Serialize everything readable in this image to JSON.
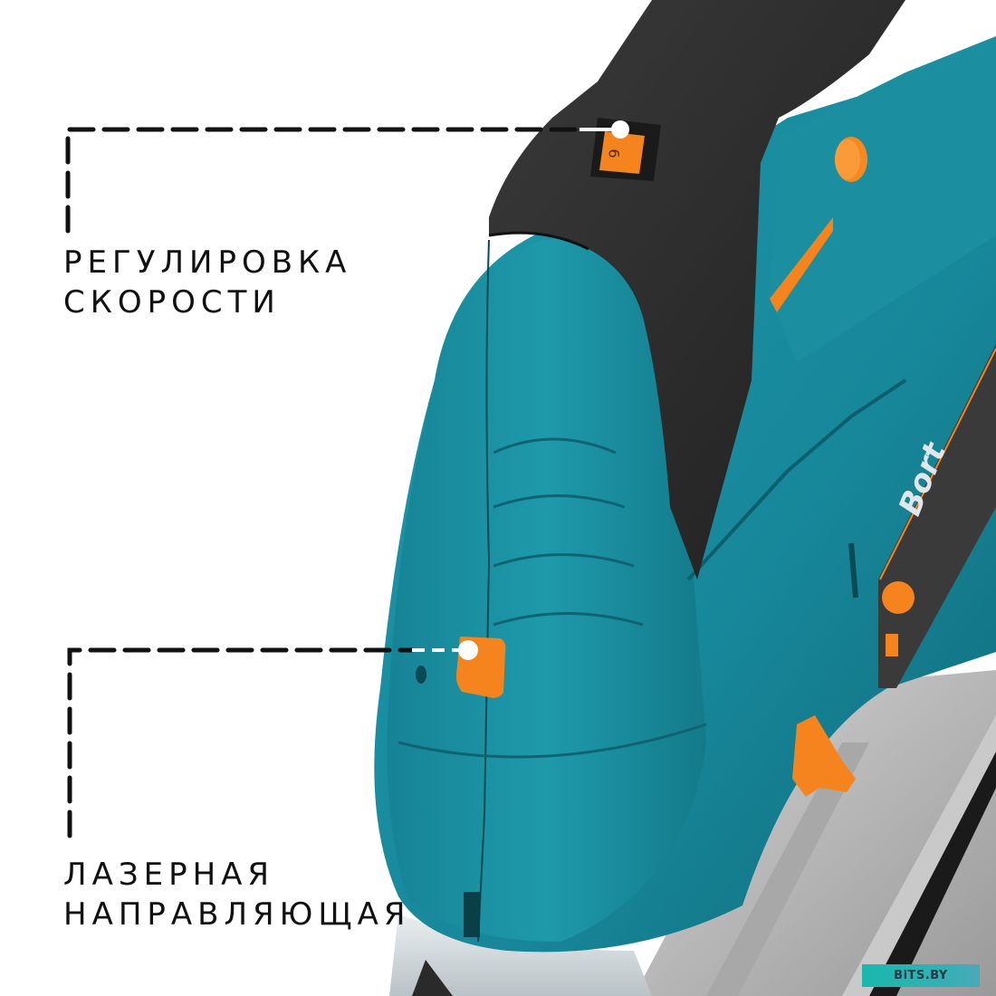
{
  "callouts": {
    "speed_control": {
      "line1": "РЕГУЛИРОВКА",
      "line2": "СКОРОСТИ",
      "target": "speed-dial"
    },
    "laser_guide": {
      "line1": "ЛАЗЕРНАЯ",
      "line2": "НАПРАВЛЯЮЩАЯ",
      "target": "laser-button"
    }
  },
  "product": {
    "brand": "Bort",
    "speed_dial_value": "6"
  },
  "watermark": {
    "text": "BiTS.BY"
  },
  "colors": {
    "body_teal": "#1b8a9a",
    "body_teal_dark": "#126c7a",
    "handle_black": "#2a2a2a",
    "accent_orange": "#f5841f",
    "shoe_silver": "#b8b8b8",
    "text": "#111111",
    "watermark_bg": "#1ab7ae"
  }
}
